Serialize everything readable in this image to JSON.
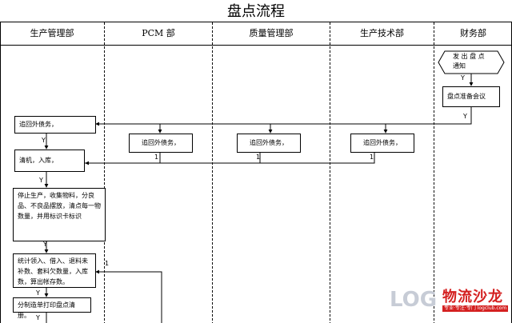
{
  "title": "盘点流程",
  "lanes": [
    "生产管理部",
    "PCM 部",
    "质量管理部",
    "生产技术部",
    "财务部"
  ],
  "nodes": {
    "issue_notice": "发 出 盘 点\n通知",
    "prep_meeting": "盘点准备会议",
    "recover_prod": "追回外债务，",
    "recover_pcm": "追回外债务，",
    "recover_qa": "追回外债务，",
    "recover_tech": "追回外债务，",
    "clear_stock": "清机，入库，",
    "stop_production": "停止生产，收集物料，分良品、不良品摆放，清点每一物数量，并用标识卡标识",
    "tally": "统计领入、借入、退料未补数、套料欠数量，入库数，算出帐存数。",
    "print_list": "分制造单打印盘点清册。"
  },
  "flow_labels": {
    "y1": "Y",
    "y2": "Y",
    "y3": "Y",
    "y4": "Y",
    "y5": "Y",
    "y6": "Y",
    "y7": "Y",
    "n1": "1",
    "n2": "1",
    "n3": "1",
    "n4": "1"
  },
  "watermark": {
    "log": "LOG",
    "cn": "物流沙龙",
    "sub": "专业·专注·专门  logclub.com"
  }
}
